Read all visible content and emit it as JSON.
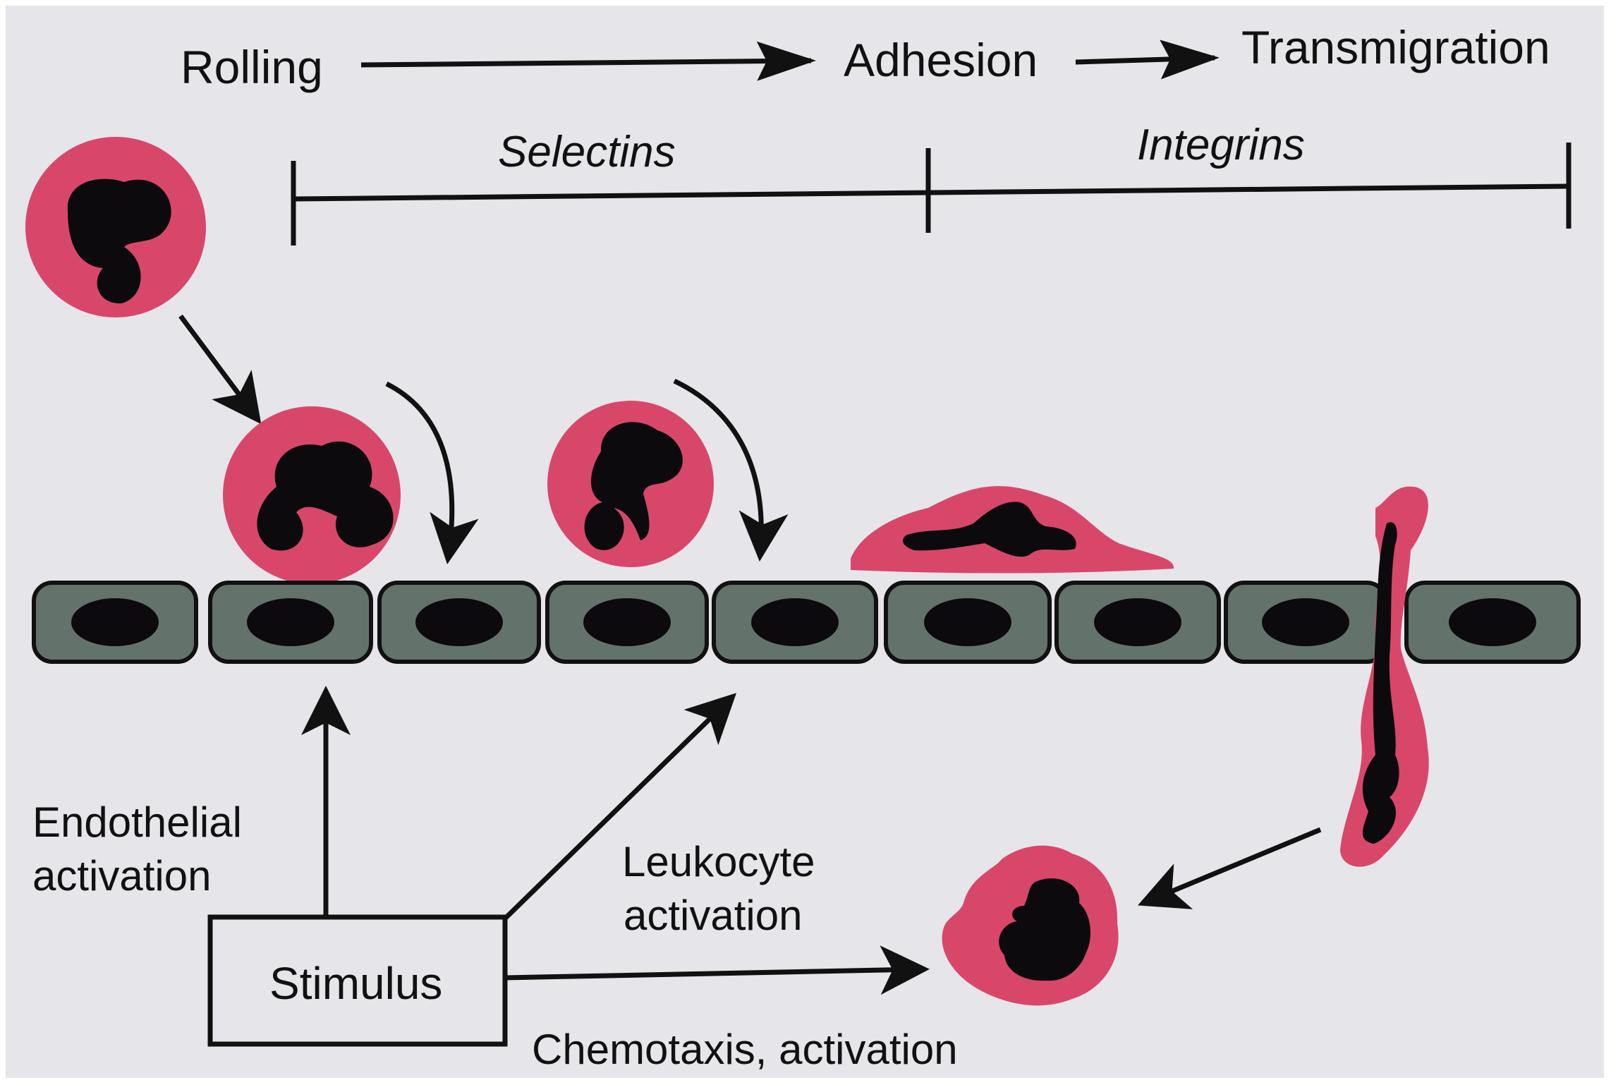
{
  "diagram": {
    "steps": [
      "Rolling",
      "Adhesion",
      "Transmigration"
    ],
    "molecules": {
      "selectins": "Selectins",
      "integrins": "Integrins"
    },
    "endothelial_activation": [
      "Endothelial",
      "activation"
    ],
    "leukocyte_activation": [
      "Leukocyte",
      "activation"
    ],
    "stimulus": "Stimulus",
    "chemotaxis": "Chemotaxis, activation",
    "colors": {
      "background": "#e6e5ea",
      "leukocyte": "#d8476a",
      "nucleus": "#0c0a0c",
      "endothelium": "#64726c",
      "outline": "#111111"
    }
  }
}
